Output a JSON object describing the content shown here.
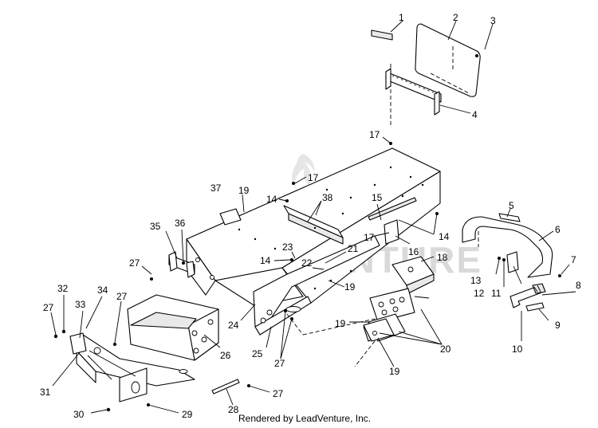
{
  "diagram": {
    "callouts": [
      "1",
      "2",
      "3",
      "4",
      "17",
      "17",
      "37",
      "19",
      "14",
      "38",
      "15",
      "14",
      "17",
      "16",
      "5",
      "6",
      "35",
      "36",
      "27",
      "23",
      "21",
      "22",
      "14",
      "18",
      "13",
      "12",
      "11",
      "7",
      "8",
      "32",
      "34",
      "27",
      "33",
      "27",
      "24",
      "19",
      "19",
      "9",
      "25",
      "27",
      "20",
      "10",
      "26",
      "31",
      "19",
      "27",
      "30",
      "29",
      "28"
    ],
    "watermark": "LEADVENTURE"
  },
  "footer": {
    "credit": "Rendered by LeadVenture, Inc."
  }
}
